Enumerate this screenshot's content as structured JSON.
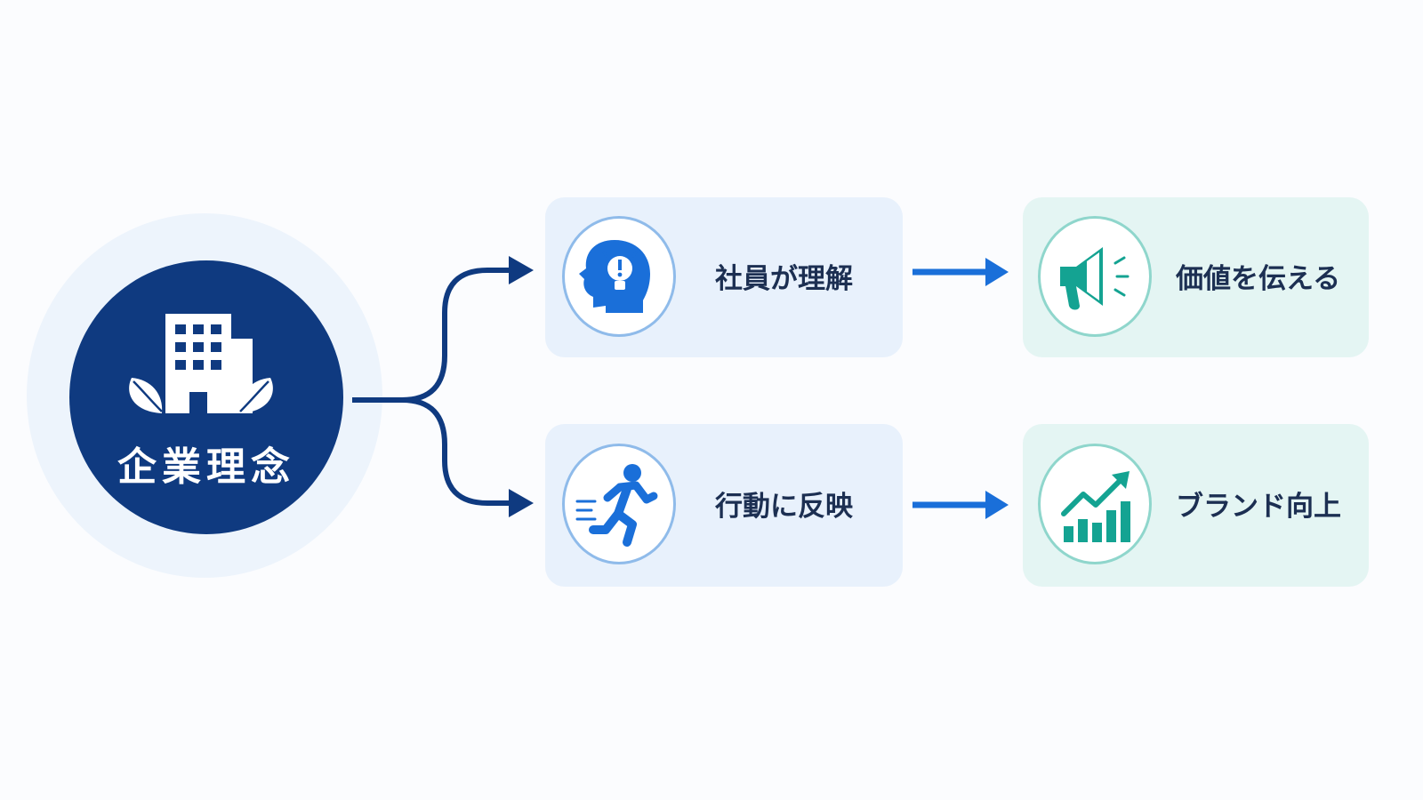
{
  "center": {
    "label": "企業理念",
    "icon": "building-with-leaves-icon"
  },
  "steps": [
    {
      "label": "社員が理解",
      "icon": "head-lightbulb-icon"
    },
    {
      "label": "価値を伝える",
      "icon": "megaphone-icon"
    },
    {
      "label": "行動に反映",
      "icon": "running-person-icon"
    },
    {
      "label": "ブランド向上",
      "icon": "growth-chart-icon"
    }
  ],
  "colors": {
    "navy": "#0f3a80",
    "blue_accent": "#1a6fd9",
    "teal_accent": "#14a392",
    "blue_card": "#e8f1fc",
    "teal_card": "#e4f5f3"
  }
}
